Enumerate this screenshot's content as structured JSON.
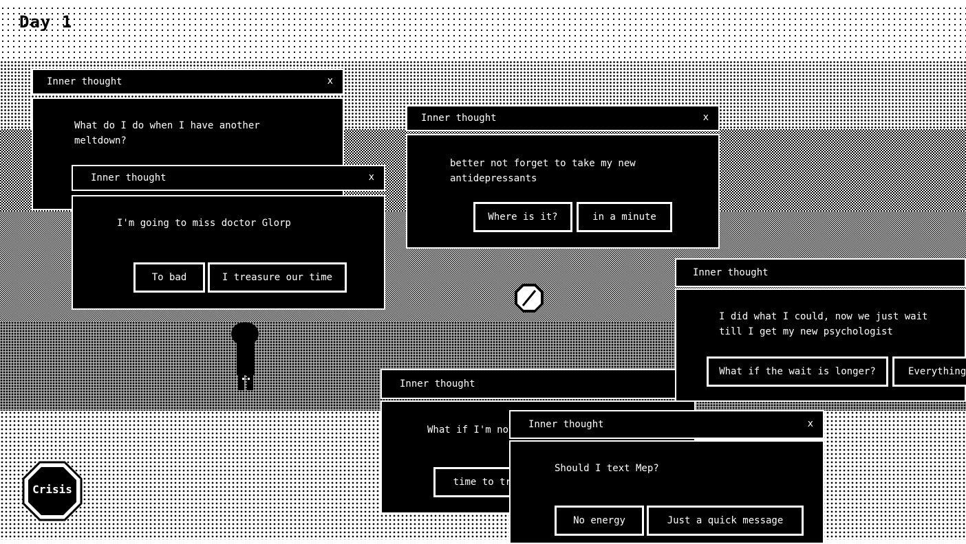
{
  "day_label": "Day 1",
  "crisis_label": "Crisis",
  "dialogs": [
    {
      "title": "Inner thought",
      "close": "x",
      "text": "What do I do when I have another meltdown?",
      "buttons": []
    },
    {
      "title": "Inner thought",
      "close": "x",
      "text": "I'm going to miss doctor Glorp",
      "buttons": [
        "To bad",
        "I treasure our time"
      ]
    },
    {
      "title": "Inner thought",
      "close": "x",
      "text": "better not forget to take my new antidepressants",
      "buttons": [
        "Where is it?",
        "in a minute"
      ]
    },
    {
      "title": "Inner thought",
      "text": "I did what I could, now we just wait till I get my new psychologist",
      "buttons": [
        "What if the wait is longer?",
        "Everything"
      ]
    },
    {
      "title": "Inner thought",
      "text": "What if I'm not",
      "buttons": [
        "time to try"
      ]
    },
    {
      "title": "Inner thought",
      "close": "x",
      "text": "Should I text Mep?",
      "buttons": [
        "No energy",
        "Just a quick message"
      ]
    }
  ],
  "colors": {
    "dialog_bg": "#000000",
    "dialog_fg": "#ffffff"
  },
  "icons": {
    "pill": "pill-icon",
    "character": "character-silhouette",
    "crisis": "octagon-crisis-icon"
  }
}
